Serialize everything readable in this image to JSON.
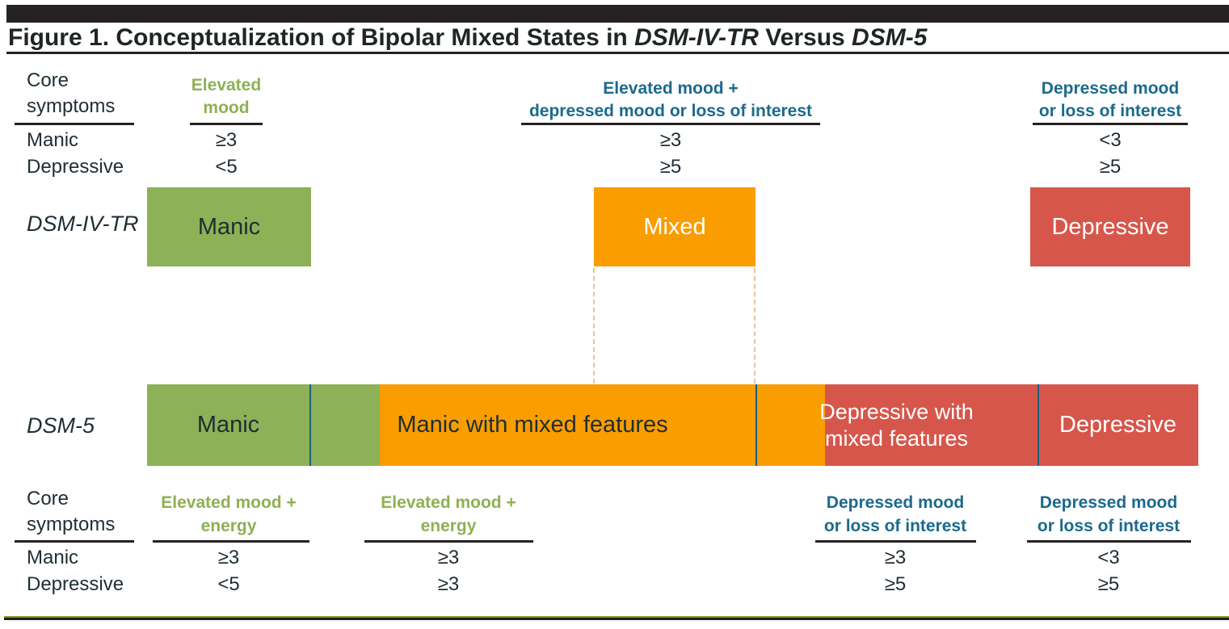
{
  "title": {
    "prefix": "Figure 1. Conceptualization of Bipolar Mixed States in ",
    "dsm1": "DSM-IV-TR",
    "versus": " Versus ",
    "dsm2": "DSM-5"
  },
  "top_symptoms": {
    "header": {
      "line1": "Core",
      "line2": "symptoms"
    },
    "rows": {
      "manic": "Manic",
      "depressive": "Depressive"
    },
    "columns": [
      {
        "id": "elevated-mood",
        "line1": "Elevated",
        "line2": "mood",
        "manic": "≥3",
        "depressive": "<5"
      },
      {
        "id": "elevated-plus-depressed",
        "line1": "Elevated mood +",
        "line2": "depressed mood or loss of interest",
        "manic": "≥3",
        "depressive": "≥5"
      },
      {
        "id": "depressed-mood",
        "line1": "Depressed mood",
        "line2": "or loss of interest",
        "manic": "<3",
        "depressive": "≥5"
      }
    ]
  },
  "dsm_iv_tr": {
    "label": "DSM-IV-TR",
    "boxes": [
      {
        "label": "Manic",
        "color": "green"
      },
      {
        "label": "Mixed",
        "color": "orange"
      },
      {
        "label": "Depressive",
        "color": "red"
      }
    ]
  },
  "dsm_5": {
    "label": "DSM-5",
    "categories": [
      {
        "label": "Manic"
      },
      {
        "label": "Manic with mixed features"
      },
      {
        "label_line1": "Depressive with",
        "label_line2": "mixed features"
      },
      {
        "label": "Depressive"
      }
    ]
  },
  "bottom_symptoms": {
    "header": {
      "line1": "Core",
      "line2": "symptoms"
    },
    "rows": {
      "manic": "Manic",
      "depressive": "Depressive"
    },
    "columns": [
      {
        "id": "elevated-energy-1",
        "line1": "Elevated mood +",
        "line2": "energy",
        "manic": "≥3",
        "depressive": "<5"
      },
      {
        "id": "elevated-energy-2",
        "line1": "Elevated mood +",
        "line2": "energy",
        "manic": "≥3",
        "depressive": "≥3"
      },
      {
        "id": "depressed-mood-1",
        "line1": "Depressed mood",
        "line2": "or loss of interest",
        "manic": "≥3",
        "depressive": "≥5"
      },
      {
        "id": "depressed-mood-2",
        "line1": "Depressed mood",
        "line2": "or loss of interest",
        "manic": "<3",
        "depressive": "≥5"
      }
    ]
  },
  "colors": {
    "green": "#8db156",
    "green_text": "#8fb054",
    "orange": "#f99d00",
    "red": "#d7564b",
    "teal": "#1b6a8c",
    "teal_divider": "#1b607a",
    "dark_text": "#1f2e34",
    "rule": "#262122",
    "dashed": "#eec09b"
  }
}
